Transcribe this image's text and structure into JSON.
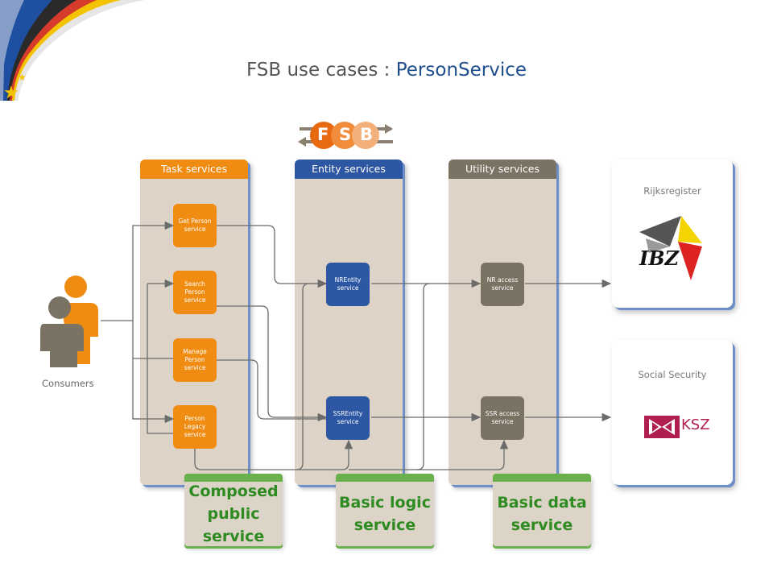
{
  "title": {
    "prefix": "FSB use cases : ",
    "highlight": "PersonService"
  },
  "logo": {
    "letters": [
      "F",
      "S",
      "B"
    ]
  },
  "columns": [
    {
      "label": "Task services",
      "color": "#f08c12"
    },
    {
      "label": "Entity services",
      "color": "#2d57a3"
    },
    {
      "label": "Utility services",
      "color": "#7a7262"
    }
  ],
  "task_services": [
    "Get Person service",
    "Search Person service",
    "Manage Person service",
    "Person Legacy service"
  ],
  "entity_services": [
    "NREntity service",
    "SSREntity service"
  ],
  "utility_services": [
    "NR access service",
    "SSR access service"
  ],
  "external": [
    {
      "label": "Rijksregister",
      "logo_text": "IBZ"
    },
    {
      "label": "Social Security",
      "logo_text": "KSZ"
    }
  ],
  "consumers_label": "Consumers",
  "footer_labels": [
    "Composed public service",
    "Basic logic service",
    "Basic data service"
  ],
  "colors": {
    "accent": "#1f4e8c",
    "green": "#2e8b22",
    "orange": "#f08c12"
  }
}
